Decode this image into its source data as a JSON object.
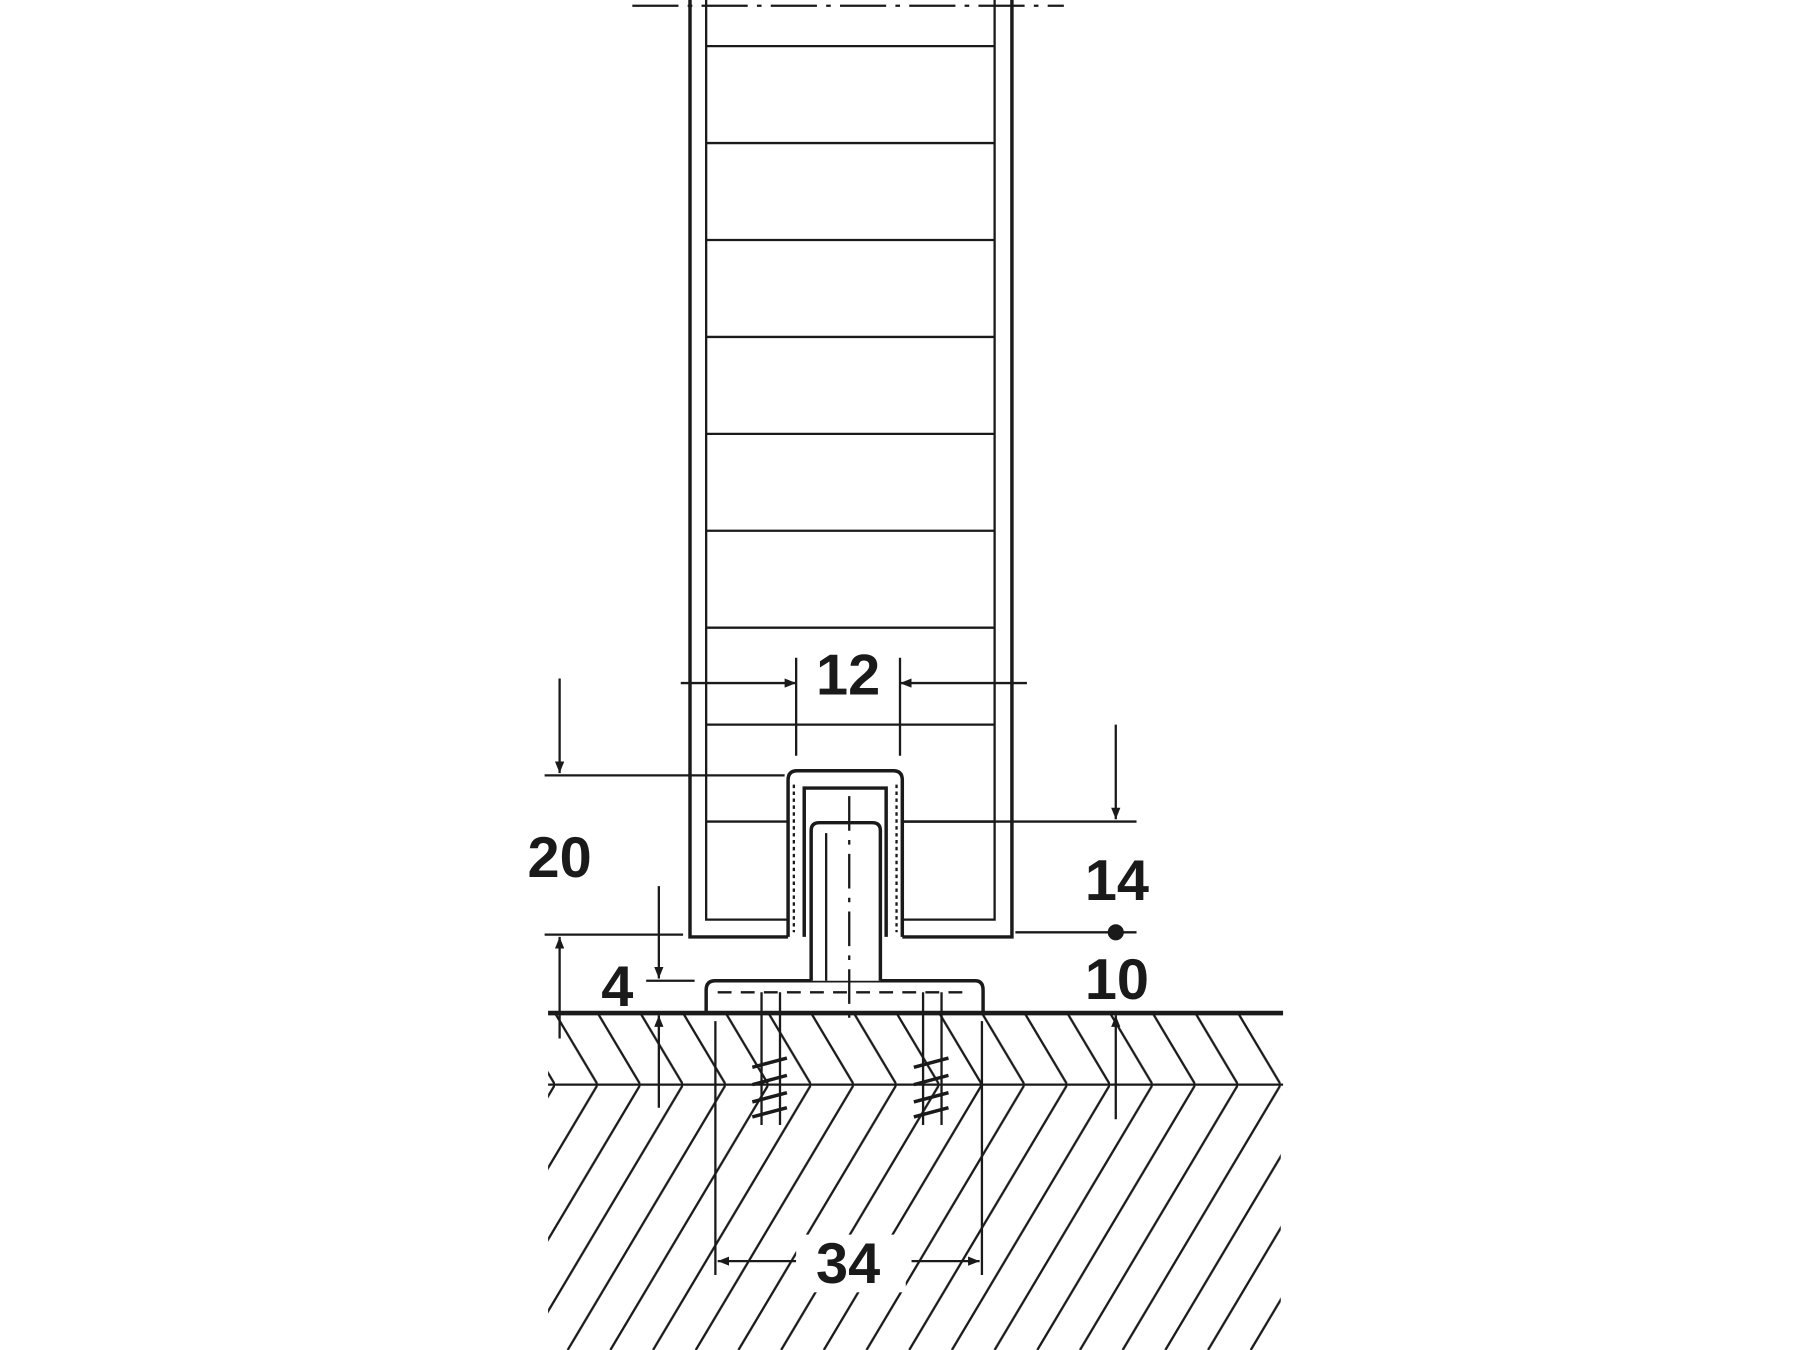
{
  "drawing": {
    "stroke_color": "#1a1a1a",
    "background": "#ffffff",
    "dimensions": {
      "panel_gap": "12",
      "overall_height": "20",
      "profile_depth": "14",
      "plate_height": "4",
      "floor_clearance": "10",
      "plate_width": "34"
    }
  }
}
